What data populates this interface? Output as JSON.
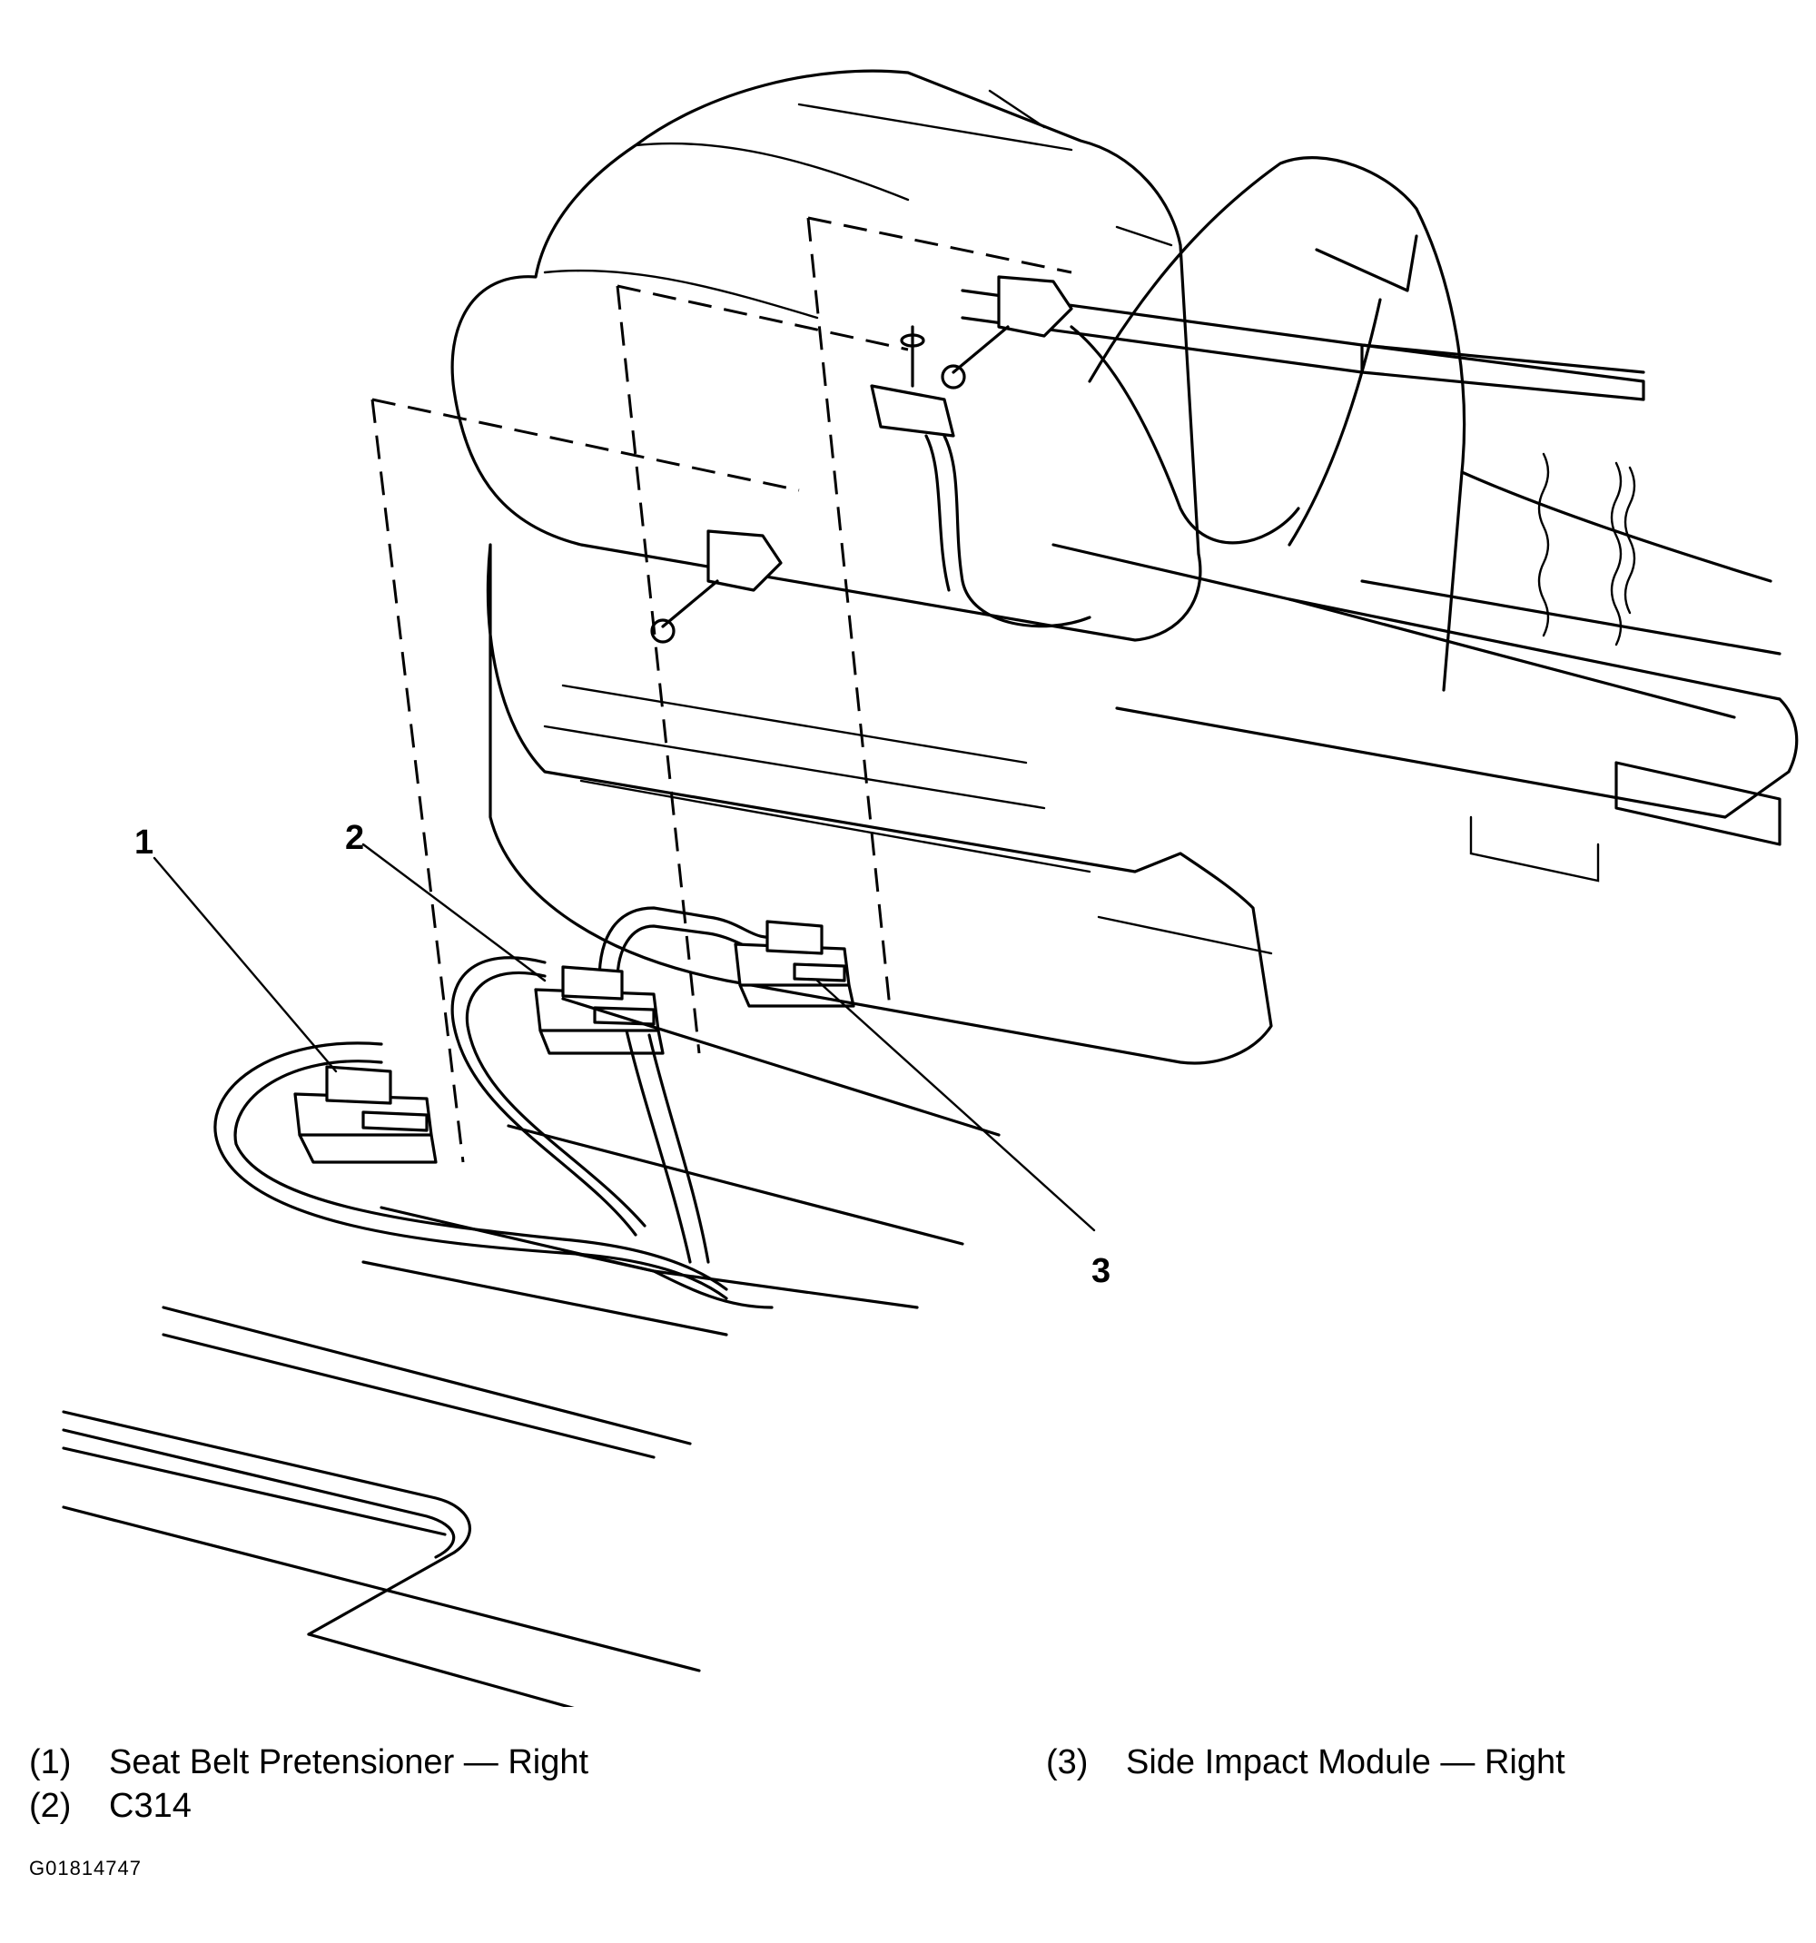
{
  "callouts": [
    {
      "number": "1"
    },
    {
      "number": "2"
    },
    {
      "number": "3"
    }
  ],
  "legend": [
    {
      "id": "(1)",
      "label": "Seat Belt Pretensioner — Right"
    },
    {
      "id": "(2)",
      "label": "C314"
    },
    {
      "id": "(3)",
      "label": "Side Impact Module — Right"
    }
  ],
  "figure_id": "G01814747"
}
